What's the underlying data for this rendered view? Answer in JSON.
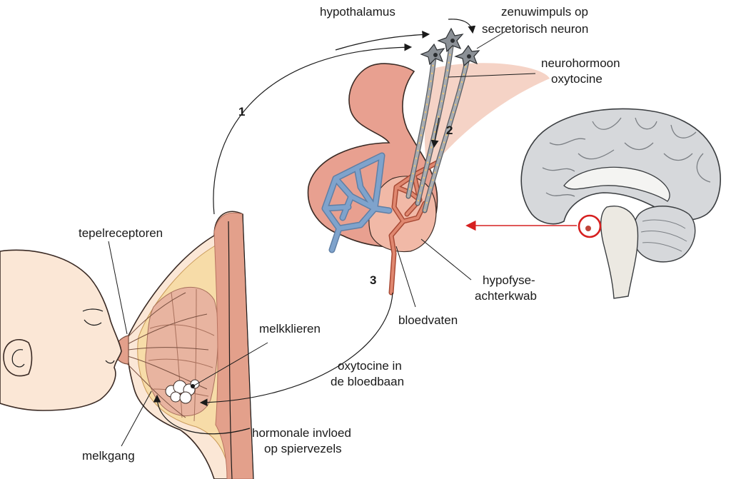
{
  "labels": {
    "hypothalamus": "hypothalamus",
    "nerve_impulse_1": "zenuwimpuls op",
    "nerve_impulse_2": "secretorisch neuron",
    "neurohormone_1": "neurohormoon",
    "neurohormone_2": "oxytocine",
    "posterior_pituitary_1": "hypofyse-",
    "posterior_pituitary_2": "achterkwab",
    "blood_vessels": "bloedvaten",
    "oxytocin_blood_1": "oxytocine in",
    "oxytocin_blood_2": "de bloedbaan",
    "hormonal_influence_1": "hormonale invloed",
    "hormonal_influence_2": "op spiervezels",
    "nipple_receptors": "tepelreceptoren",
    "milk_glands": "melkklieren",
    "milk_duct": "melkgang"
  },
  "steps": [
    "1",
    "2",
    "3"
  ],
  "colors": {
    "pituitary": "#e8a090",
    "pituitary_dark": "#d9826f",
    "vein_blue": "#7fa3cc",
    "nerve_gray": "#a9adb2",
    "skin": "#fbe7d6",
    "breast_fat": "#f7dca8",
    "muscle": "#e3a08b",
    "brain_gray": "#d6d8db",
    "highlight_red": "#d62020"
  },
  "icons": {
    "neuron": "neuron-cell-icon",
    "brain": "brain-sagittal-icon",
    "baby": "infant-head-icon"
  }
}
